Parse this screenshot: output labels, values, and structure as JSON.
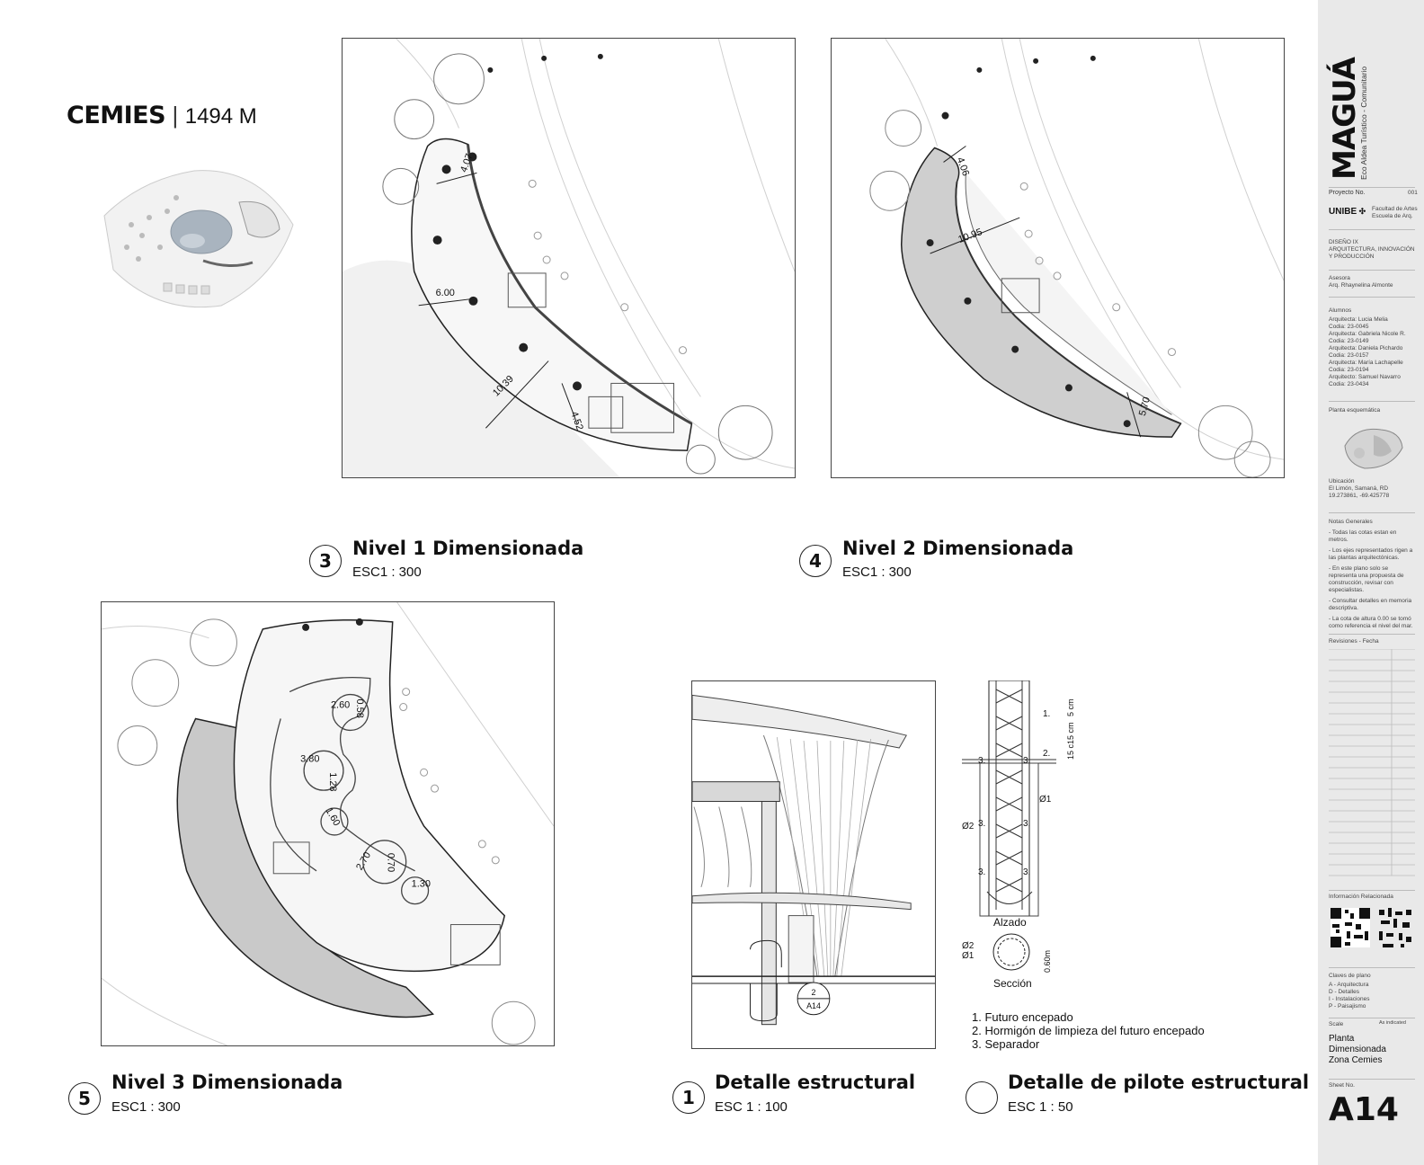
{
  "project_heading": {
    "name": "CEMIES",
    "separator": "|",
    "elevation": "1494 M"
  },
  "drawings": [
    {
      "number": "3",
      "title": "Nivel 1 Dimensionada",
      "scale": "ESC1 : 300",
      "dims": [
        "4.07",
        "6.00",
        "10.39",
        "4.52"
      ]
    },
    {
      "number": "4",
      "title": "Nivel 2 Dimensionada",
      "scale": "ESC1 : 300",
      "dims": [
        "4.06",
        "10.95",
        "5.70"
      ]
    },
    {
      "number": "5",
      "title": "Nivel 3 Dimensionada",
      "scale": "ESC1 : 300",
      "dims": [
        "2.60",
        "0.58",
        "3.80",
        "1.28",
        "1.60",
        "2.70",
        "0.70",
        "1.30"
      ]
    },
    {
      "number": "1",
      "title": "Detalle estructural",
      "scale": "ESC 1 : 100",
      "tag_top": "2",
      "tag_bottom": "A14"
    },
    {
      "number": "",
      "title": "Detalle de pilote estructural",
      "scale": "ESC 1 : 50"
    }
  ],
  "pile_detail": {
    "alzado_label": "Alzado",
    "seccion_label": "Sección",
    "dim_top": "5 cm",
    "dim_mid": "15 c15 cm",
    "dim_diameter": "0.60m",
    "callouts": [
      "1.",
      "2.",
      "3.",
      "3.",
      "3.",
      "3.",
      "3.",
      "3."
    ],
    "bar_labels": [
      "Ø1",
      "Ø2",
      "Ø2",
      "Ø1"
    ],
    "notes": [
      "1. Futuro encepado",
      "2. Hormigón de limpieza del futuro encepado",
      "3. Separador"
    ]
  },
  "sidebar": {
    "brand": "MAGUÁ",
    "subtitle": "Eco Aldea Turístico - Comunitario",
    "project_no_label": "Proyecto No.",
    "project_no": "001",
    "university": "UNIBE",
    "faculty_1": "Facultad de Artes",
    "faculty_2": "Escuela de Arq.",
    "course": "DISEÑO IX",
    "course_desc": "ARQUITECTURA, INNOVACIÓN Y PRODUCCIÓN",
    "advisor_label": "Asesora",
    "advisor": "Arq. Rhaynelina Almonte",
    "students_label": "Alumnos",
    "students": [
      "Arquitecta: Lucia Melia",
      "Codia: 23-0045",
      "Arquitecta: Gabriela Nicole R.",
      "Codia: 23-0149",
      "Arquitecta: Daniela Pichardo",
      "Codia: 23-0157",
      "Arquitecta: María Lachapelle",
      "Codia: 23-0194",
      "Arquitecto: Samuel Navarro",
      "Codia: 23-0434"
    ],
    "schematic_label": "Planta esquemática",
    "location_label": "Ubicación",
    "location": [
      "El Limón, Samaná, RD",
      "19.273861, -69.425778"
    ],
    "notes_label": "Notas Generales",
    "notes": [
      "- Todas las cotas estan en metros.",
      "- Los ejes representados rigen a las plantas arquitectónicas.",
      "- En este plano solo se representa una propuesta de construcción, revisar con especialistas.",
      "- Consultar detalles en memoria descriptiva.",
      "- La cota de altura 0.00 se tomó como referencia el nivel del mar."
    ],
    "revisions_label": "Revisiones - Fecha",
    "related_label": "Información Relacionada",
    "keys_label": "Claves de plano",
    "keys": [
      "A - Arquitectura",
      "D - Detalles",
      "I - Instalaciones",
      "P - Paisajismo"
    ],
    "scale_label": "Scale",
    "scale_value": "As indicated",
    "sheet_title": [
      "Planta",
      "Dimensionada",
      "Zona Cemies"
    ],
    "sheet_no_label": "Sheet No.",
    "sheet_no": "A14"
  }
}
